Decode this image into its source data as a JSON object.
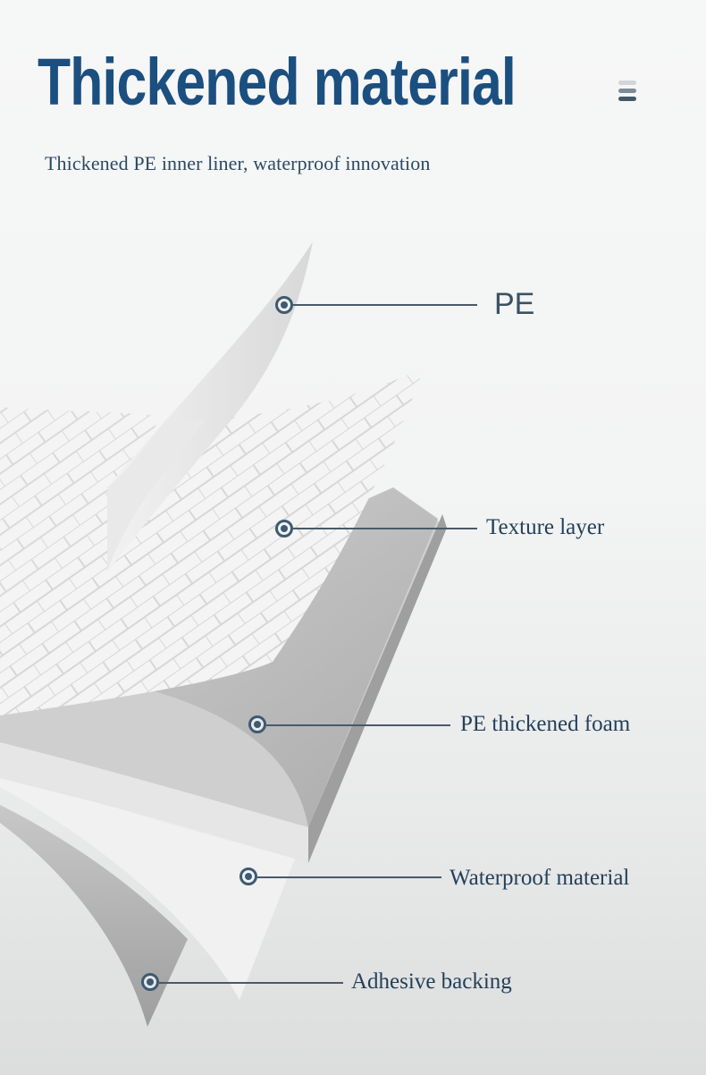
{
  "header": {
    "title": "Thickened material",
    "subtitle": "Thickened PE inner liner, waterproof innovation",
    "menu_icon": "menu-icon"
  },
  "colors": {
    "title": "#1b4f80",
    "text": "#23405a",
    "callout": "#3d5a72"
  },
  "layers": [
    {
      "label": "PE"
    },
    {
      "label": "Texture layer"
    },
    {
      "label": "PE thickened foam"
    },
    {
      "label": "Waterproof material"
    },
    {
      "label": "Adhesive backing"
    }
  ]
}
